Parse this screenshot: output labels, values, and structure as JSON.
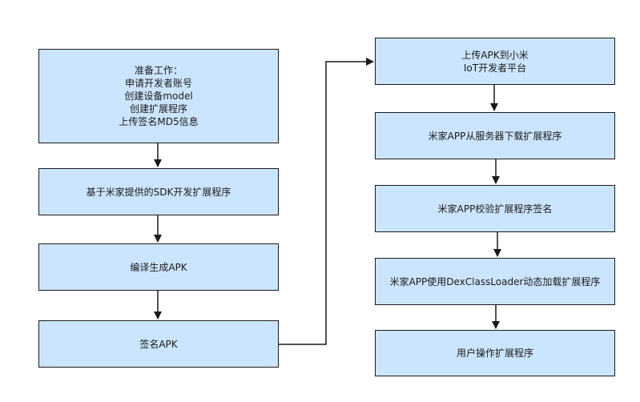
{
  "left_column": {
    "step1": {
      "line1": "准备工作：",
      "line2": "申请开发者账号",
      "line3": "创建设备model",
      "line4": "创建扩展程序",
      "line5": "上传签名MD5信息"
    },
    "step2": "基于米家提供的SDK开发扩展程序",
    "step3": "编译生成APK",
    "step4": "签名APK"
  },
  "right_column": {
    "step5": {
      "line1": "上传APK到小米",
      "line2": "IoT开发者平台"
    },
    "step6": "米家APP从服务器下载扩展程序",
    "step7": "米家APP校验扩展程序签名",
    "step8": "米家APP使用DexClassLoader动态加载扩展程序",
    "step9": "用户操作扩展程序"
  },
  "colors": {
    "node_fill": "#cce5ff",
    "node_border": "#1a1a1a",
    "connector": "#1a1a1a"
  }
}
